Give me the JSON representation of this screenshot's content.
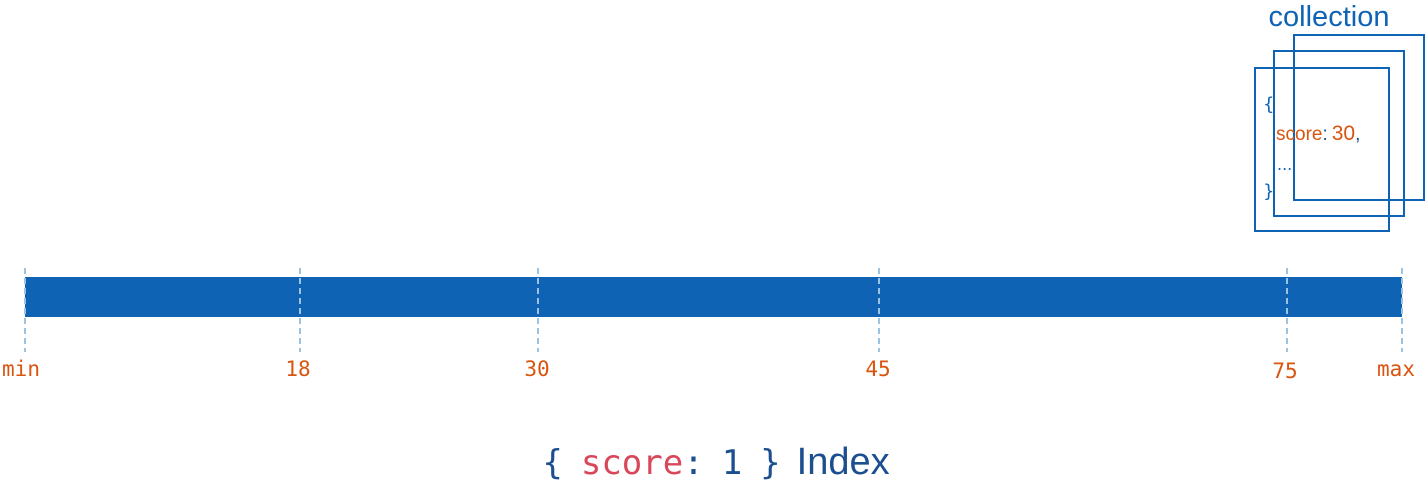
{
  "collection": {
    "title": "collection",
    "document": {
      "open_brace": "{",
      "field_key": "score",
      "field_colon": ":",
      "field_value": "30",
      "field_comma": ",",
      "ellipsis": "...",
      "close_brace": "}"
    }
  },
  "index_bar": {
    "ticks": [
      {
        "label": "min"
      },
      {
        "label": "18"
      },
      {
        "label": "30"
      },
      {
        "label": "45"
      },
      {
        "label": "75"
      },
      {
        "label": "max"
      }
    ]
  },
  "caption": {
    "open_brace": "{",
    "key": "score",
    "colon": ":",
    "value": "1",
    "close_brace": "}",
    "label": "Index"
  },
  "colors": {
    "bar": "#0e63b4",
    "tick_line": "#9cc3e3",
    "tick_label": "#d9540f",
    "collection": "#0e63b4",
    "caption_key": "#d9485a",
    "caption_brace": "#1b4f8f"
  }
}
